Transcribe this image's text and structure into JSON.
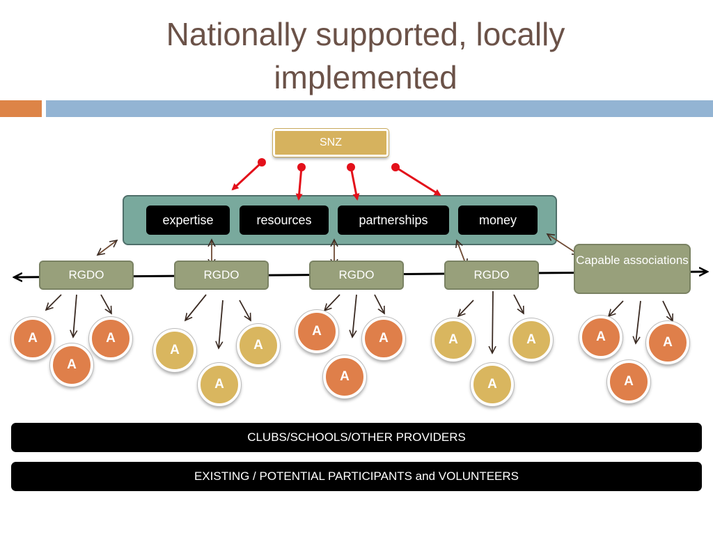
{
  "title": "Nationally supported, locally implemented",
  "top_node": "SNZ",
  "offerings": [
    "expertise",
    "resources",
    "partnerships",
    "money"
  ],
  "regional_nodes": [
    "RGDO",
    "RGDO",
    "RGDO",
    "RGDO"
  ],
  "capable_node": "Capable associations",
  "association_label": "A",
  "bands": [
    "CLUBS/SCHOOLS/OTHER PROVIDERS",
    "EXISTING / POTENTIAL PARTICIPANTS and VOLUNTEERS"
  ],
  "colors": {
    "title": "#6b5248",
    "accent_orange": "#dd8447",
    "accent_blue": "#93b4d3",
    "snz_gold": "#d6b25e",
    "teal": "#79a99d",
    "rgdo_olive": "#98a07b",
    "circle_orange": "#df7f4a",
    "circle_gold": "#d9b65f",
    "red_arrow": "#e3101a"
  }
}
